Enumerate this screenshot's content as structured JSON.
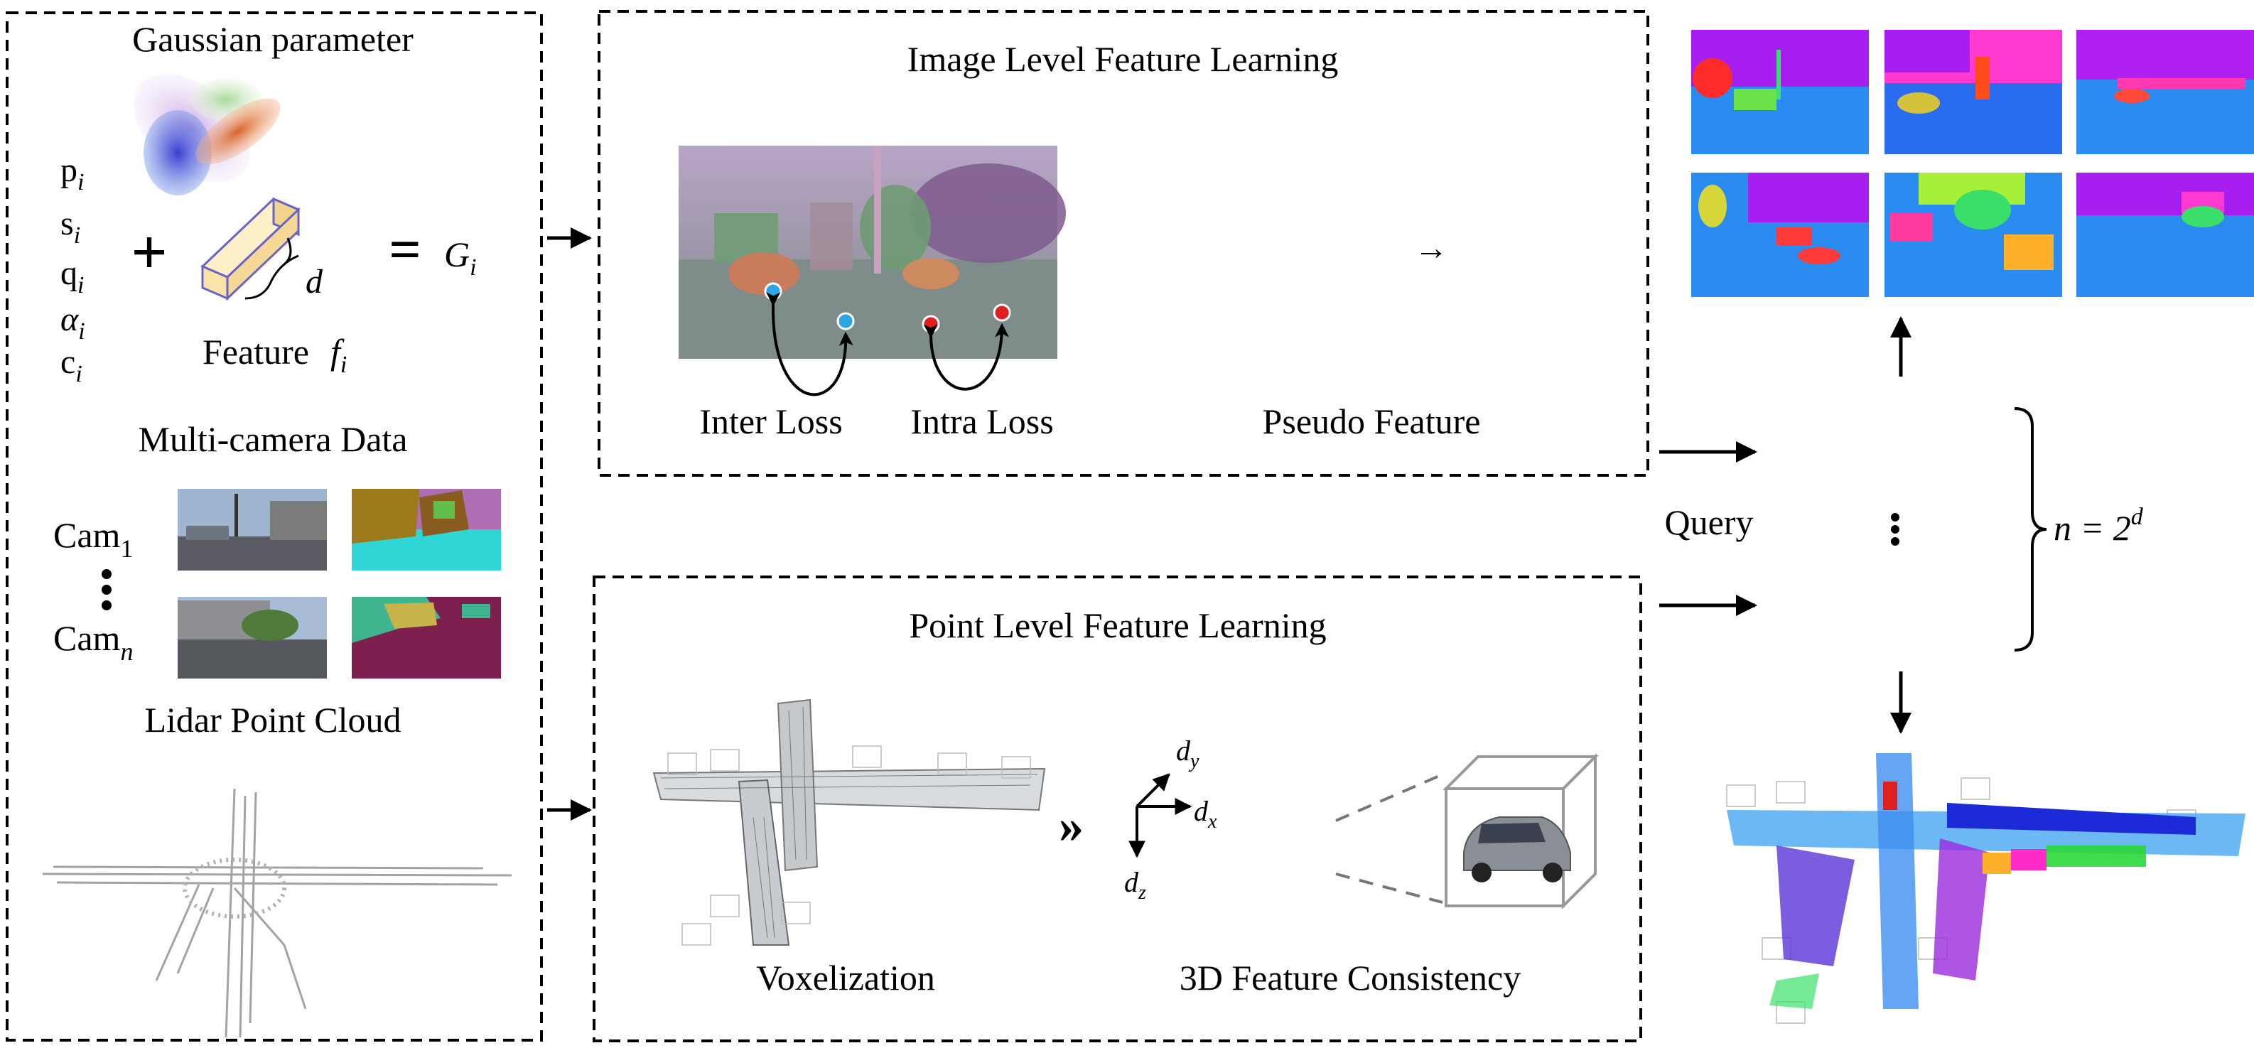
{
  "left_panel": {
    "gaussian_title": "Gaussian parameter",
    "params": [
      "p",
      "s",
      "q",
      "α",
      "c"
    ],
    "param_sub": "i",
    "plus": "+",
    "equals": "=",
    "feature_dim": "d",
    "feature_label": "Feature",
    "feature_symbol": "f",
    "result_symbol": "G",
    "multicam_title": "Multi-camera Data",
    "cam_prefix": "Cam",
    "cam_first_sub": "1",
    "cam_last_sub": "n",
    "lidar_title": "Lidar Point Cloud"
  },
  "image_panel": {
    "title": "Image Level Feature Learning",
    "inter_loss": "Inter Loss",
    "intra_loss": "Intra Loss",
    "pseudo_feature": "Pseudo Feature"
  },
  "point_panel": {
    "title": "Point Level Feature Learning",
    "voxelization": "Voxelization",
    "consistency": "3D Feature Consistency",
    "axis_labels": [
      "d_y",
      "d_x",
      "d_z"
    ]
  },
  "right_panel": {
    "query_label": "Query",
    "n_equals": "n = 2",
    "n_exponent": "d"
  },
  "colors": {
    "query_blue": "#8eb4e8",
    "query_light": "#e7eefb",
    "grid_blue": "#9fbde8",
    "feature_box": "#fbe3a8",
    "cam_seg_1": [
      "#2fd6d6",
      "#9c7a1c",
      "#b06db3"
    ],
    "cam_seg_2": [
      "#7d1f4f",
      "#3fb58f",
      "#c8b24a"
    ]
  }
}
